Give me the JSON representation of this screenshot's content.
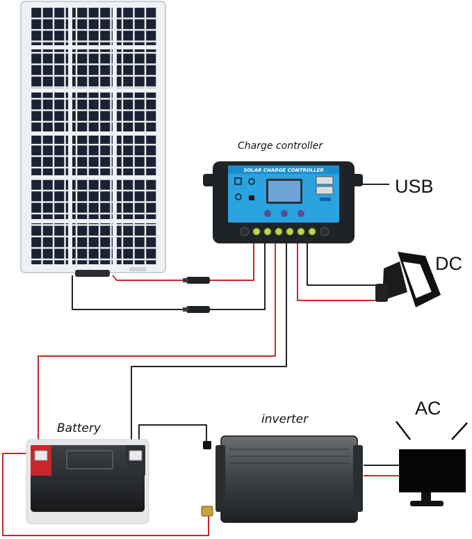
{
  "labels": {
    "charge_controller": "Charge controller",
    "controller_brand": "SOLAR CHARGE CONTROLLER",
    "usb": "USB",
    "dc": "DC",
    "ac": "AC",
    "battery": "Battery",
    "inverter": "inverter"
  },
  "colors": {
    "positive_wire": "#c8262b",
    "negative_wire": "#222222",
    "controller_blue": "#2aa3e0",
    "controller_body": "#1f2328",
    "lcd": "#6fa4d8"
  },
  "icons": {
    "solar_panel": "solar-panel-icon",
    "charge_controller": "charge-controller-icon",
    "dc_lamp": "dc-lamp-icon",
    "battery": "battery-icon",
    "inverter": "inverter-icon",
    "ac_monitor": "tv-monitor-icon"
  }
}
